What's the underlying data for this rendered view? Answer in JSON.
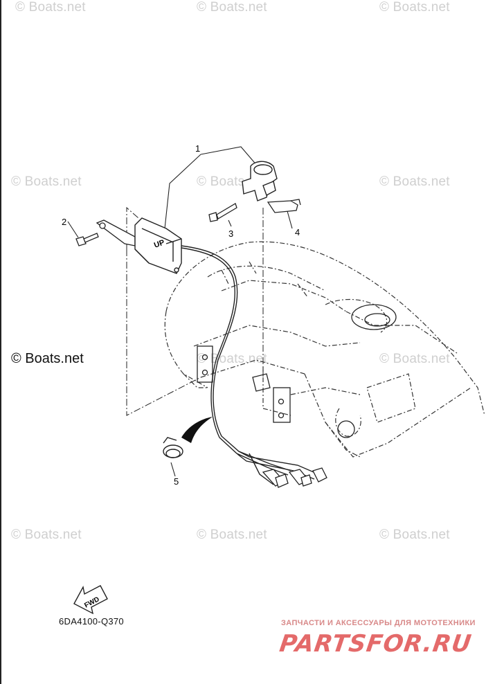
{
  "watermarks": {
    "text": "© Boats.net",
    "main": "© Boats.net"
  },
  "callouts": [
    "1",
    "2",
    "3",
    "4",
    "5"
  ],
  "sensor_label": "UP",
  "fwd_label": "FWD",
  "drawing_code": "6DA4100-Q370",
  "branding": {
    "tagline": "ЗАПЧАСТИ И АКСЕССУАРЫ ДЛЯ МОТОТЕХНИКИ",
    "logo": "PARTSFOR.RU"
  },
  "colors": {
    "line": "#222222",
    "watermark": "#cfcfcf",
    "brand": "#e46a6a"
  }
}
